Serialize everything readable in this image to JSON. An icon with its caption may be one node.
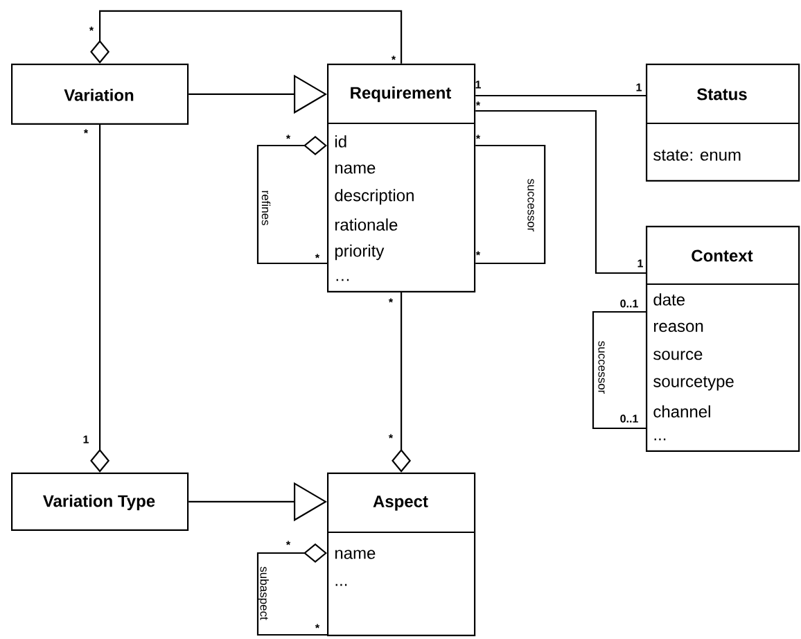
{
  "diagram": {
    "nodes": [
      {
        "text": [
          "Variation"
        ]
      },
      {
        "text": [
          "Requirement",
          "id",
          "name",
          "description",
          "rationale",
          "priority",
          "…"
        ]
      },
      {
        "text": [
          "Status",
          "state: enum"
        ]
      },
      {
        "text": [
          "Context",
          "date",
          "reason",
          "source",
          "sourcetype",
          "channel",
          "..."
        ]
      },
      {
        "text": [
          "Variation Type"
        ]
      },
      {
        "text": [
          "Aspect",
          "name",
          "..."
        ]
      }
    ],
    "edges": [
      {
        "from": 0,
        "to": 1,
        "arrow": "to"
      },
      {
        "from": 0,
        "to": 1,
        "arrow": "other"
      },
      {
        "from": 1,
        "to": 1,
        "arrow": "other",
        "label": "refines"
      },
      {
        "from": 1,
        "to": 1,
        "arrow": "none",
        "label": "successor"
      },
      {
        "from": 1,
        "to": 2,
        "arrow": "none"
      },
      {
        "from": 1,
        "to": 3,
        "arrow": "none"
      },
      {
        "from": 3,
        "to": 3,
        "arrow": "none",
        "label": "successor"
      },
      {
        "from": 4,
        "to": 0,
        "arrow": "other"
      },
      {
        "from": 5,
        "to": 1,
        "arrow": "other"
      },
      {
        "from": 4,
        "to": 5,
        "arrow": "to"
      },
      {
        "from": 5,
        "to": 5,
        "arrow": "other",
        "label": "subaspect"
      }
    ],
    "labels": [
      "*",
      "*",
      "1",
      "1",
      "*",
      "*",
      "*",
      "*",
      "*",
      "*",
      "*",
      "1",
      "0..1",
      "0..1",
      "1",
      "*",
      "*",
      "*"
    ]
  }
}
